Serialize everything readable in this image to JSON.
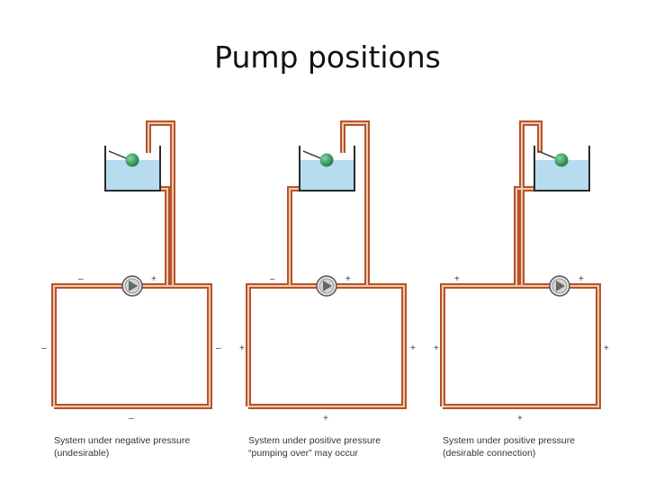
{
  "title": "Pump positions",
  "panels": [
    {
      "caption_line1": "System under negative pressure",
      "caption_line2": "(undesirable)",
      "sign_pump_left": "–",
      "sign_pump_right": "+",
      "sign_left_side": "–",
      "sign_right_side": "–",
      "sign_bottom": "–"
    },
    {
      "caption_line1": "System under positive pressure",
      "caption_line2": "“pumping over” may occur",
      "sign_pump_left": "–",
      "sign_pump_right": "+",
      "sign_left_side": "+",
      "sign_right_side": "+",
      "sign_bottom": "+"
    },
    {
      "caption_line1": "System under positive pressure",
      "caption_line2": "(desirable connection)",
      "sign_pump_left": "+",
      "sign_pump_right": "+",
      "sign_left_side": "+",
      "sign_right_side": "+",
      "sign_bottom": "+"
    }
  ],
  "colors": {
    "pipe_outer": "#b5532c",
    "pipe_inner": "#f0c9a8",
    "water": "#b7dcef",
    "tank_wall": "#2a2a2a",
    "float_ball": "#2f9a5a",
    "pump_body": "#e6e6e6"
  }
}
